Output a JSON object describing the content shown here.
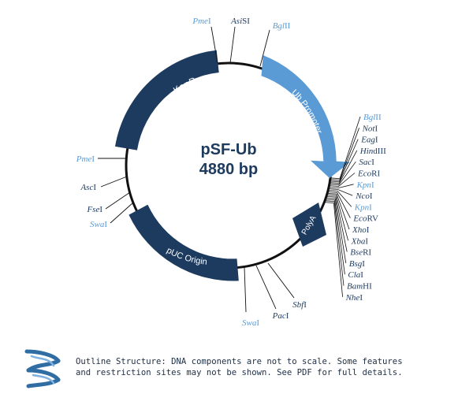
{
  "plasmid": {
    "name": "pSF-Ub",
    "size": "4880 bp"
  },
  "colors": {
    "dark": "#1d3a5f",
    "light": "#5b9bd5",
    "line": "#111111"
  },
  "features": [
    {
      "name": "KanR",
      "color": "dark"
    },
    {
      "name": "Ub Promoter",
      "color": "light"
    },
    {
      "name": "pUC Origin",
      "color": "dark"
    },
    {
      "name": "PolyA",
      "color": "dark"
    }
  ],
  "sites": {
    "pme_top": {
      "italic": "Pme",
      "rest": "I",
      "color": "light"
    },
    "asisi": {
      "italic": "Asi",
      "rest": "SI",
      "color": "dark"
    },
    "bglii_top": {
      "italic": "Bgl",
      "rest": "II",
      "color": "light"
    },
    "pme_left": {
      "italic": "Pme",
      "rest": "I",
      "color": "light"
    },
    "asci": {
      "italic": "Asc",
      "rest": "I",
      "color": "dark"
    },
    "fsei": {
      "italic": "Fse",
      "rest": "I",
      "color": "dark"
    },
    "swai_left": {
      "italic": "Swa",
      "rest": "I",
      "color": "light"
    },
    "swai_bottom": {
      "italic": "Swa",
      "rest": "I",
      "color": "light"
    },
    "paci": {
      "italic": "Pac",
      "rest": "I",
      "color": "dark"
    },
    "sbfi": {
      "italic": "Sbf",
      "rest": "I",
      "color": "dark"
    },
    "cluster": [
      {
        "italic": "Bgl",
        "rest": "II",
        "color": "light"
      },
      {
        "italic": "Not",
        "rest": "I",
        "color": "dark"
      },
      {
        "italic": "Eag",
        "rest": "I",
        "color": "dark"
      },
      {
        "italic": "Hin",
        "rest": "dIII",
        "color": "dark"
      },
      {
        "italic": "Sac",
        "rest": "I",
        "color": "dark"
      },
      {
        "italic": "Eco",
        "rest": "RI",
        "color": "dark"
      },
      {
        "italic": "Kpn",
        "rest": "I",
        "color": "light"
      },
      {
        "italic": "Nco",
        "rest": "I",
        "color": "dark"
      },
      {
        "italic": "Kpn",
        "rest": "I",
        "color": "light"
      },
      {
        "italic": "Eco",
        "rest": "RV",
        "color": "dark"
      },
      {
        "italic": "Xho",
        "rest": "I",
        "color": "dark"
      },
      {
        "italic": "Xba",
        "rest": "I",
        "color": "dark"
      },
      {
        "italic": "Bse",
        "rest": "RI",
        "color": "dark"
      },
      {
        "italic": "Bsg",
        "rest": "I",
        "color": "dark"
      },
      {
        "italic": "Cla",
        "rest": "I",
        "color": "dark"
      },
      {
        "italic": "Bam",
        "rest": "HI",
        "color": "dark"
      },
      {
        "italic": "Nhe",
        "rest": "I",
        "color": "dark"
      }
    ]
  },
  "footer": {
    "line1": "Outline Structure: DNA components are not to scale. Some features",
    "line2": "and restriction sites may not be shown. See PDF for full details."
  },
  "logo": {
    "icon": "dna-helix-icon"
  }
}
